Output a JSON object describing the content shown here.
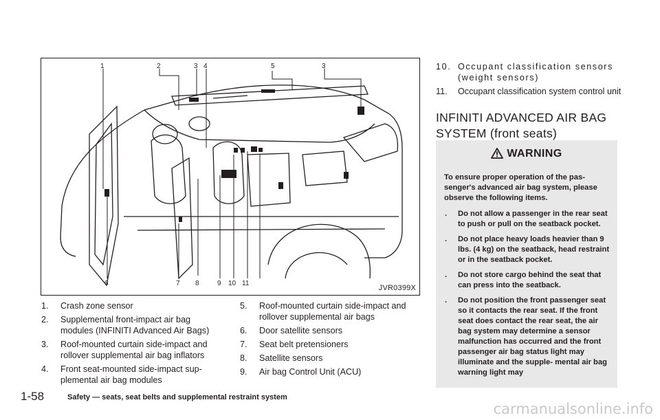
{
  "figure": {
    "code": "JVR0399X",
    "callouts": {
      "top": [
        "1",
        "2",
        "3",
        "4",
        "5",
        "3"
      ],
      "bottom": [
        "6",
        "7",
        "8",
        "9",
        "10",
        "11"
      ]
    }
  },
  "legend_left": [
    {
      "num": "1.",
      "text": "Crash zone sensor"
    },
    {
      "num": "2.",
      "text": "Supplemental front-impact air bag modules (INFINITI Advanced Air Bags)"
    },
    {
      "num": "3.",
      "text": "Roof-mounted curtain side-impact and rollover supplemental air bag inflators"
    },
    {
      "num": "4.",
      "text": "Front seat-mounted side-impact sup- plemental air bag modules"
    }
  ],
  "legend_middle": [
    {
      "num": "5.",
      "text": "Roof-mounted curtain side-impact and rollover supplemental air bags"
    },
    {
      "num": "6.",
      "text": "Door satellite sensors"
    },
    {
      "num": "7.",
      "text": "Seat belt pretensioners"
    },
    {
      "num": "8.",
      "text": "Satellite sensors"
    },
    {
      "num": "9.",
      "text": "Air bag Control Unit (ACU)"
    }
  ],
  "legend_right": [
    {
      "num": "10.",
      "text": "Occupant classification sensors (weight sensors)"
    },
    {
      "num": "11.",
      "text": "Occupant classification system control unit"
    }
  ],
  "section_heading": "INFINITI ADVANCED AIR BAG SYSTEM (front seats)",
  "warning": {
    "title": "WARNING",
    "intro": "To ensure proper operation of the pas- senger's advanced air bag system, please observe the following items.",
    "bullets": [
      "Do not allow a passenger in the rear seat to push or pull on the seatback pocket.",
      "Do not place heavy loads heavier than 9 lbs. (4 kg) on the seatback, head restraint or in the seatback pocket.",
      "Do not store cargo behind the seat that can press into the seatback.",
      "Do not position the front passenger seat so it contacts the rear seat. If the front seat does contact the rear seat, the air bag system may determine a sensor malfunction has occurred and the front passenger air bag status light may illuminate and the supple- mental air bag warning light may"
    ]
  },
  "footer": {
    "page": "1-58",
    "title": "Safety — seats, seat belts and supplemental restraint system"
  },
  "watermark": "carmanualsonline.info"
}
